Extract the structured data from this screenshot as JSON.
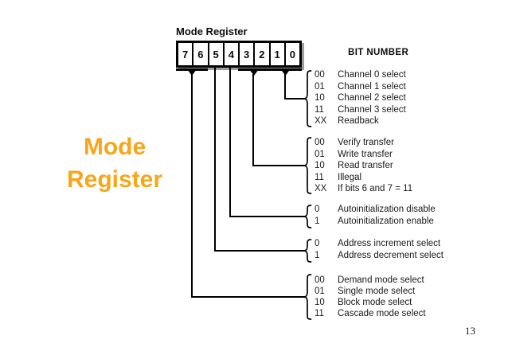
{
  "slide": {
    "side_title": {
      "line1": "Mode",
      "line2": "Register"
    },
    "page_number": "13"
  },
  "diagram": {
    "register_label": "Mode Register",
    "bit_number_heading": "BIT NUMBER",
    "bits": [
      "7",
      "6",
      "5",
      "4",
      "3",
      "2",
      "1",
      "0"
    ],
    "groups": [
      {
        "name": "channel-select",
        "register_bits": "1-0",
        "rows": [
          {
            "code": "00",
            "label": "Channel 0 select"
          },
          {
            "code": "01",
            "label": "Channel 1 select"
          },
          {
            "code": "10",
            "label": "Channel 2 select"
          },
          {
            "code": "11",
            "label": "Channel 3 select"
          },
          {
            "code": "XX",
            "label": "Readback"
          }
        ]
      },
      {
        "name": "transfer-type",
        "register_bits": "3-2",
        "rows": [
          {
            "code": "00",
            "label": "Verify transfer"
          },
          {
            "code": "01",
            "label": "Write transfer"
          },
          {
            "code": "10",
            "label": "Read transfer"
          },
          {
            "code": "11",
            "label": "Illegal"
          },
          {
            "code": "XX",
            "label": "If bits 6 and 7 = 11"
          }
        ]
      },
      {
        "name": "autoinitialization",
        "register_bits": "4",
        "rows": [
          {
            "code": "0",
            "label": "Autoinitialization disable"
          },
          {
            "code": "1",
            "label": "Autoinitialization enable"
          }
        ]
      },
      {
        "name": "address-direction",
        "register_bits": "5",
        "rows": [
          {
            "code": "0",
            "label": "Address increment select"
          },
          {
            "code": "1",
            "label": "Address decrement select"
          }
        ]
      },
      {
        "name": "mode-select",
        "register_bits": "7-6",
        "rows": [
          {
            "code": "00",
            "label": "Demand mode select"
          },
          {
            "code": "01",
            "label": "Single mode select"
          },
          {
            "code": "10",
            "label": "Block mode select"
          },
          {
            "code": "11",
            "label": "Cascade mode select"
          }
        ]
      }
    ]
  },
  "colors": {
    "accent_orange": "#F7A61B",
    "line_black": "#000000",
    "box_shadow_gray": "#9E9E9E",
    "background": "#FFFFFF"
  }
}
